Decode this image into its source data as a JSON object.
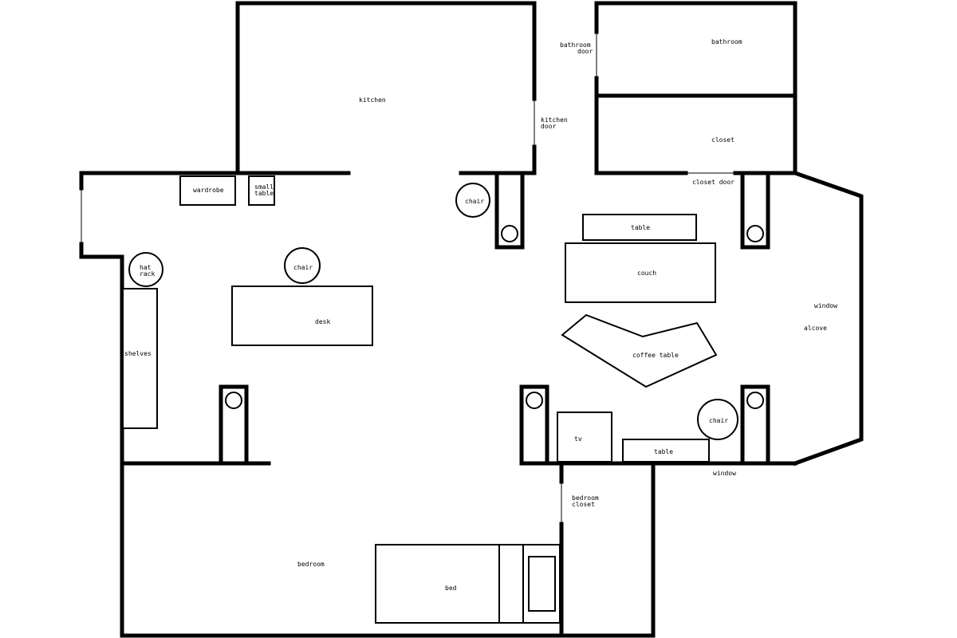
{
  "colors": {
    "wall": "#000000",
    "background": "#ffffff"
  },
  "rooms": {
    "kitchen": "kitchen",
    "bathroom": "bathroom",
    "closet": "closet",
    "bedroom": "bedroom",
    "alcove": "alcove"
  },
  "doors": {
    "bathroom_door": [
      "bathroom",
      "door"
    ],
    "kitchen_door": [
      "kitchen",
      "door"
    ],
    "closet_door": "closet door",
    "bedroom_closet": [
      "bedroom",
      "closet"
    ]
  },
  "windows": {
    "alcove_window": "window",
    "bottom_window": "window"
  },
  "furniture": {
    "wardrobe": "wardrobe",
    "small_table": [
      "small",
      "table"
    ],
    "hat_rack": [
      "hat",
      "rack"
    ],
    "shelves": "shelves",
    "desk": "desk",
    "desk_chair": "chair",
    "kitchen_chair": "chair",
    "sofa_table": "table",
    "couch": "couch",
    "coffee_table": "coffee table",
    "tv": "tv",
    "tv_table": "table",
    "corner_chair": "chair",
    "bed": "bed"
  }
}
